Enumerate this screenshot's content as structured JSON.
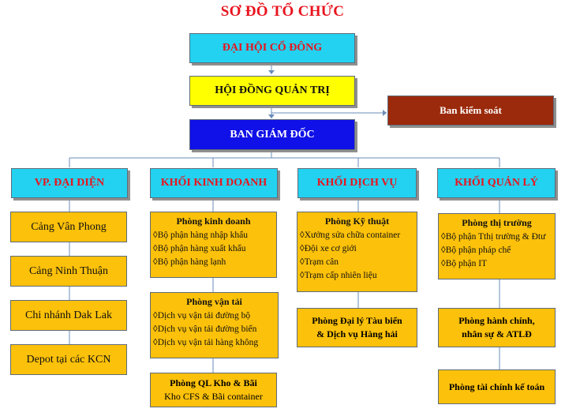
{
  "title": "SƠ ĐỒ TỔ CHỨC",
  "top": {
    "shareholders": "ĐẠI HỘI CỔ ĐÔNG",
    "board": "HỘI ĐỒNG QUẢN TRỊ",
    "supervisory": "Ban kiểm soát",
    "management": "BAN GIÁM ĐỐC"
  },
  "columns": [
    {
      "head": "VP. ĐẠI DIỆN",
      "units": [
        "Cảng Vân Phong",
        "Cảng Ninh Thuận",
        "Chi nhánh Dak Lak",
        "Depot tại các KCN"
      ]
    },
    {
      "head": "KHỐI KINH DOANH",
      "depts": [
        {
          "title": "Phòng kinh doanh",
          "items": [
            "Bộ phận hàng nhập khẩu",
            "Bộ phận hàng xuất khẩu",
            "Bộ phận hàng lạnh"
          ]
        },
        {
          "title": "Phòng vận tải",
          "items": [
            "Dịch vụ vận tải đường bộ",
            "Dịch vụ vận tải đường biển",
            "Dịch vụ vận tải hàng không"
          ]
        },
        {
          "title": "Phòng QL Kho & Bãi",
          "subtitle": "Kho CFS & Bãi container"
        }
      ]
    },
    {
      "head": "KHỐI DỊCH VỤ",
      "depts": [
        {
          "title": "Phòng Kỹ thuật",
          "items": [
            "Xưởng sửa chữa container",
            "Đội xe cơ giới",
            "Trạm cân",
            "Trạm cấp nhiên liệu"
          ]
        },
        {
          "title_lines": [
            "Phòng Đại lý Tàu biển",
            "& Dịch vụ Hàng hải"
          ]
        }
      ]
    },
    {
      "head": "KHỐI QUẢN LÝ",
      "depts": [
        {
          "title": "Phòng thị trường",
          "items": [
            "Bộ phận Tthị trường & Đtư",
            "Bộ phận pháp chế",
            "Bộ phận IT"
          ]
        },
        {
          "title_lines": [
            "Phòng hành chính,",
            "nhân sự & ATLĐ"
          ]
        },
        {
          "title_lines": [
            "Phòng tài chính kế toán"
          ]
        }
      ]
    }
  ],
  "colors": {
    "title": "#e8141e",
    "head_box": "#22d2f0",
    "board_box": "#ffff00",
    "management_box": "#1010e8",
    "supervisory_box": "#9b2a0c",
    "unit_box": "#fcc10a",
    "connector": "#6a8cb8"
  }
}
